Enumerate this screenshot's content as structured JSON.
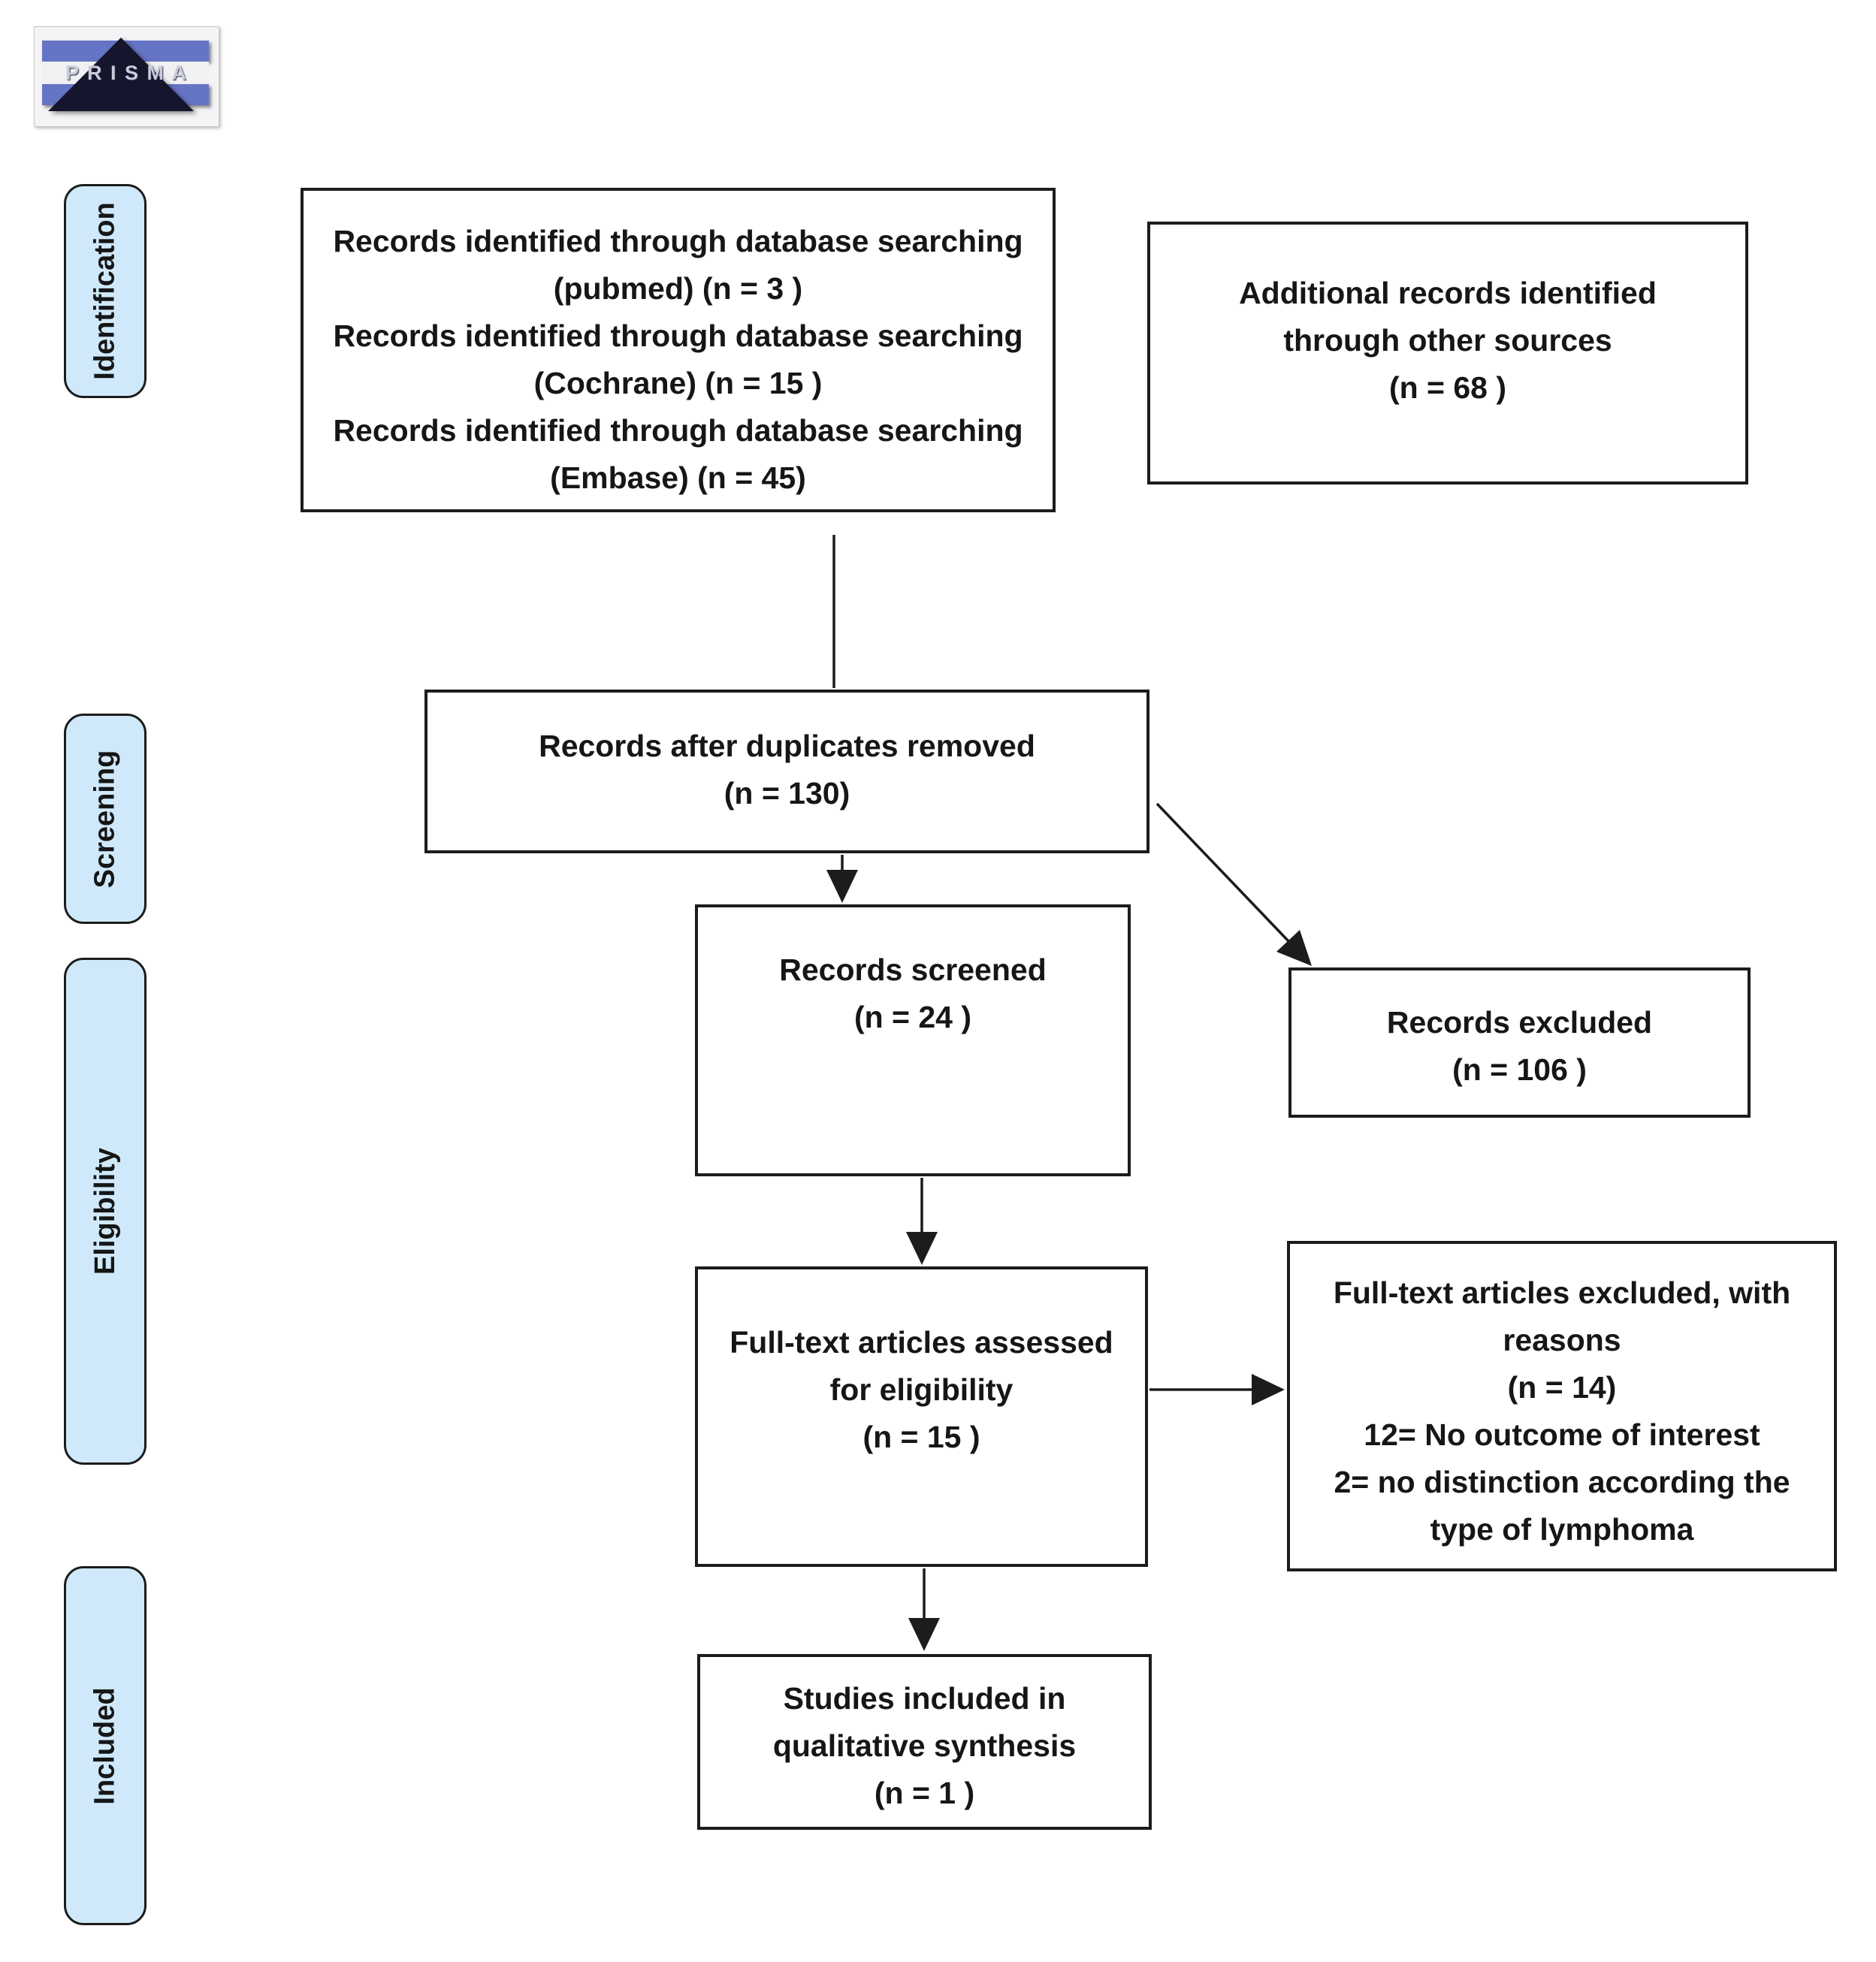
{
  "colors": {
    "background": "#ffffff",
    "box_border": "#1c1c1c",
    "box_fill": "#ffffff",
    "text": "#161616",
    "stage_fill": "#cfe9fa",
    "connector": "#1c1c1c",
    "logo_bar": "#6674c6",
    "logo_triangle": "#15152e",
    "logo_letters": "#c9cdda"
  },
  "logo": {
    "text": "P R I S M A"
  },
  "stages": [
    {
      "label": "Identification"
    },
    {
      "label": "Screening"
    },
    {
      "label": "Eligibility"
    },
    {
      "label": "Included"
    }
  ],
  "boxes": {
    "identified_records": {
      "lines": [
        "Records identified through database searching",
        "(pubmed) (n = 3 )",
        "Records identified through database searching",
        "(Cochrane) (n =  15 )",
        "Records identified through database searching",
        "(Embase) (n =  45)"
      ]
    },
    "additional_records": {
      "lines": [
        "Additional records identified",
        "through other sources",
        "(n =  68 )"
      ]
    },
    "duplicates_removed": {
      "lines": [
        "Records after duplicates removed",
        "(n = 130)"
      ]
    },
    "records_screened": {
      "lines": [
        "Records screened",
        "(n = 24 )"
      ]
    },
    "records_excluded": {
      "lines": [
        "Records excluded",
        "(n = 106 )"
      ]
    },
    "fulltext_assessed": {
      "lines": [
        "Full-text articles assessed",
        "for eligibility",
        "(n = 15 )"
      ]
    },
    "fulltext_excluded": {
      "lines": [
        "Full-text articles excluded, with",
        "reasons",
        "(n = 14)",
        "12= No outcome of interest",
        "2= no distinction according the",
        "type of lymphoma"
      ]
    },
    "studies_included": {
      "lines": [
        "Studies included in",
        "qualitative synthesis",
        "(n = 1 )"
      ]
    }
  }
}
